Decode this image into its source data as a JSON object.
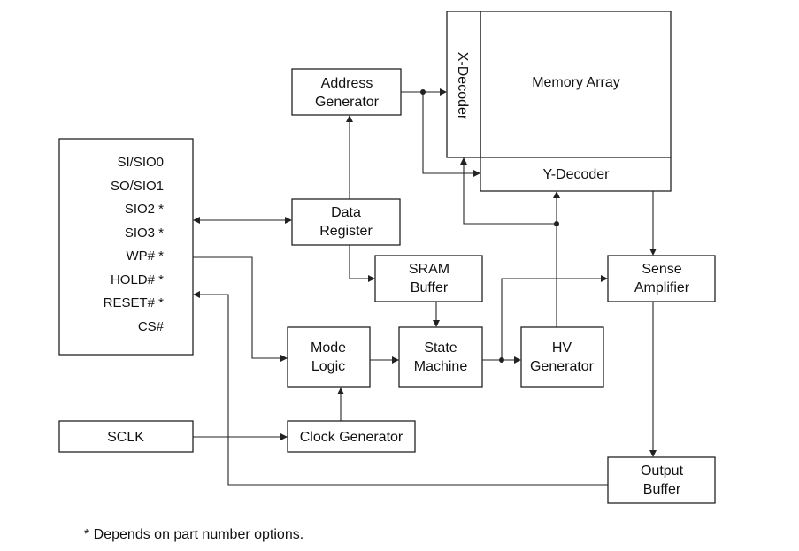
{
  "blocks": {
    "memory_array": "Memory Array",
    "x_decoder": "X-Decoder",
    "y_decoder": "Y-Decoder",
    "address_generator": [
      "Address",
      "Generator"
    ],
    "data_register": [
      "Data",
      "Register"
    ],
    "sram_buffer": [
      "SRAM",
      "Buffer"
    ],
    "sense_amplifier": [
      "Sense",
      "Amplifier"
    ],
    "mode_logic": [
      "Mode",
      "Logic"
    ],
    "state_machine": [
      "State",
      "Machine"
    ],
    "hv_generator": [
      "HV",
      "Generator"
    ],
    "clock_generator": "Clock Generator",
    "output_buffer": [
      "Output",
      "Buffer"
    ],
    "sclk": "SCLK"
  },
  "pins": [
    "SI/SIO0",
    "SO/SIO1",
    "SIO2 *",
    "SIO3 *",
    "WP# *",
    "HOLD# *",
    "RESET# *",
    "CS#"
  ],
  "footnote": "* Depends on part number options."
}
